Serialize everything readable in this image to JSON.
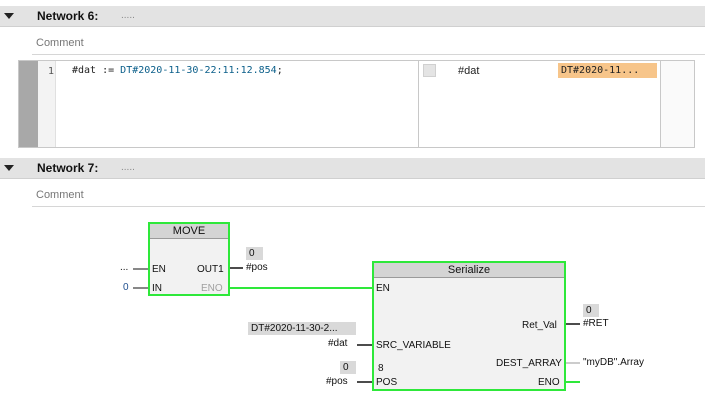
{
  "network6": {
    "title": "Network 6:",
    "dots": ".....",
    "comment": "Comment",
    "line_number": "1",
    "code_var": "#dat := ",
    "code_const": "DT#2020-11-30-22:11:12.854",
    "code_end": ";",
    "watch_name": "#dat",
    "watch_value": "DT#2020-11..."
  },
  "network7": {
    "title": "Network 7:",
    "dots": ".....",
    "comment": "Comment"
  },
  "move_block": {
    "title": "MOVE",
    "pin_en": "EN",
    "pin_in": "IN",
    "pin_out1": "OUT1",
    "pin_eno": "ENO",
    "en_input": "...",
    "in_value": "0",
    "out1_value": "0",
    "out1_var": "#pos"
  },
  "serialize_block": {
    "title": "Serialize",
    "pin_en": "EN",
    "pin_src": "SRC_VARIABLE",
    "pin_pos": "POS",
    "pin_ret": "Ret_Val",
    "pin_dest": "DEST_ARRAY",
    "pin_eno": "ENO",
    "src_value": "DT#2020-11-30-2...",
    "src_var": "#dat",
    "pos_value": "0",
    "pos_var": "#pos",
    "pos_inner_value": "8",
    "ret_value": "0",
    "ret_var": "#RET",
    "dest_var": "\"myDB\".Array"
  },
  "colors": {
    "active_wire": "#2ee83a",
    "header_bg": "#e3e3e3",
    "watch_highlight": "#f7c58a"
  }
}
